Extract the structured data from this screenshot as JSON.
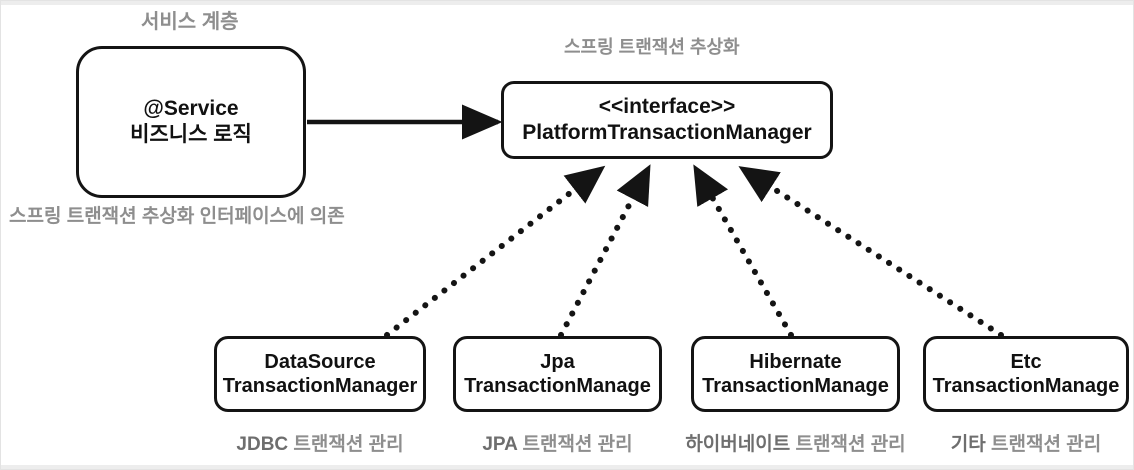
{
  "diagram": {
    "title_service_layer": "서비스 계층",
    "title_abstraction": "스프링 트랜잭션 추상화",
    "note_depends": "스프링 트랜잭션 추상화 인터페이스에 의존",
    "colors": {
      "stroke": "#141414",
      "caption": "#8e8e8e",
      "background": "#ffffff",
      "frame": "#e3e3e3"
    },
    "nodes": {
      "service": {
        "line1": "@Service",
        "line2": "비즈니스 로직"
      },
      "interface": {
        "line1": "<<interface>>",
        "line2": "PlatformTransactionManager"
      },
      "implementations": [
        {
          "line1": "DataSource",
          "line2": "TransactionManager",
          "caption_strong": "JDBC",
          "caption_rest": " 트랜잭션 관리"
        },
        {
          "line1": "Jpa",
          "line2": "TransactionManage",
          "caption_strong": "JPA",
          "caption_rest": " 트랜잭션 관리"
        },
        {
          "line1": "Hibernate",
          "line2": "TransactionManage",
          "caption_strong": "하이버네이트",
          "caption_rest": " 트랜잭션 관리"
        },
        {
          "line1": "Etc",
          "line2": "TransactionManage",
          "caption_strong": "기타",
          "caption_rest": " 트랜잭션 관리"
        }
      ]
    },
    "edges": {
      "service_to_interface": "solid-arrow",
      "implements_relation": "dotted-arrow"
    }
  }
}
